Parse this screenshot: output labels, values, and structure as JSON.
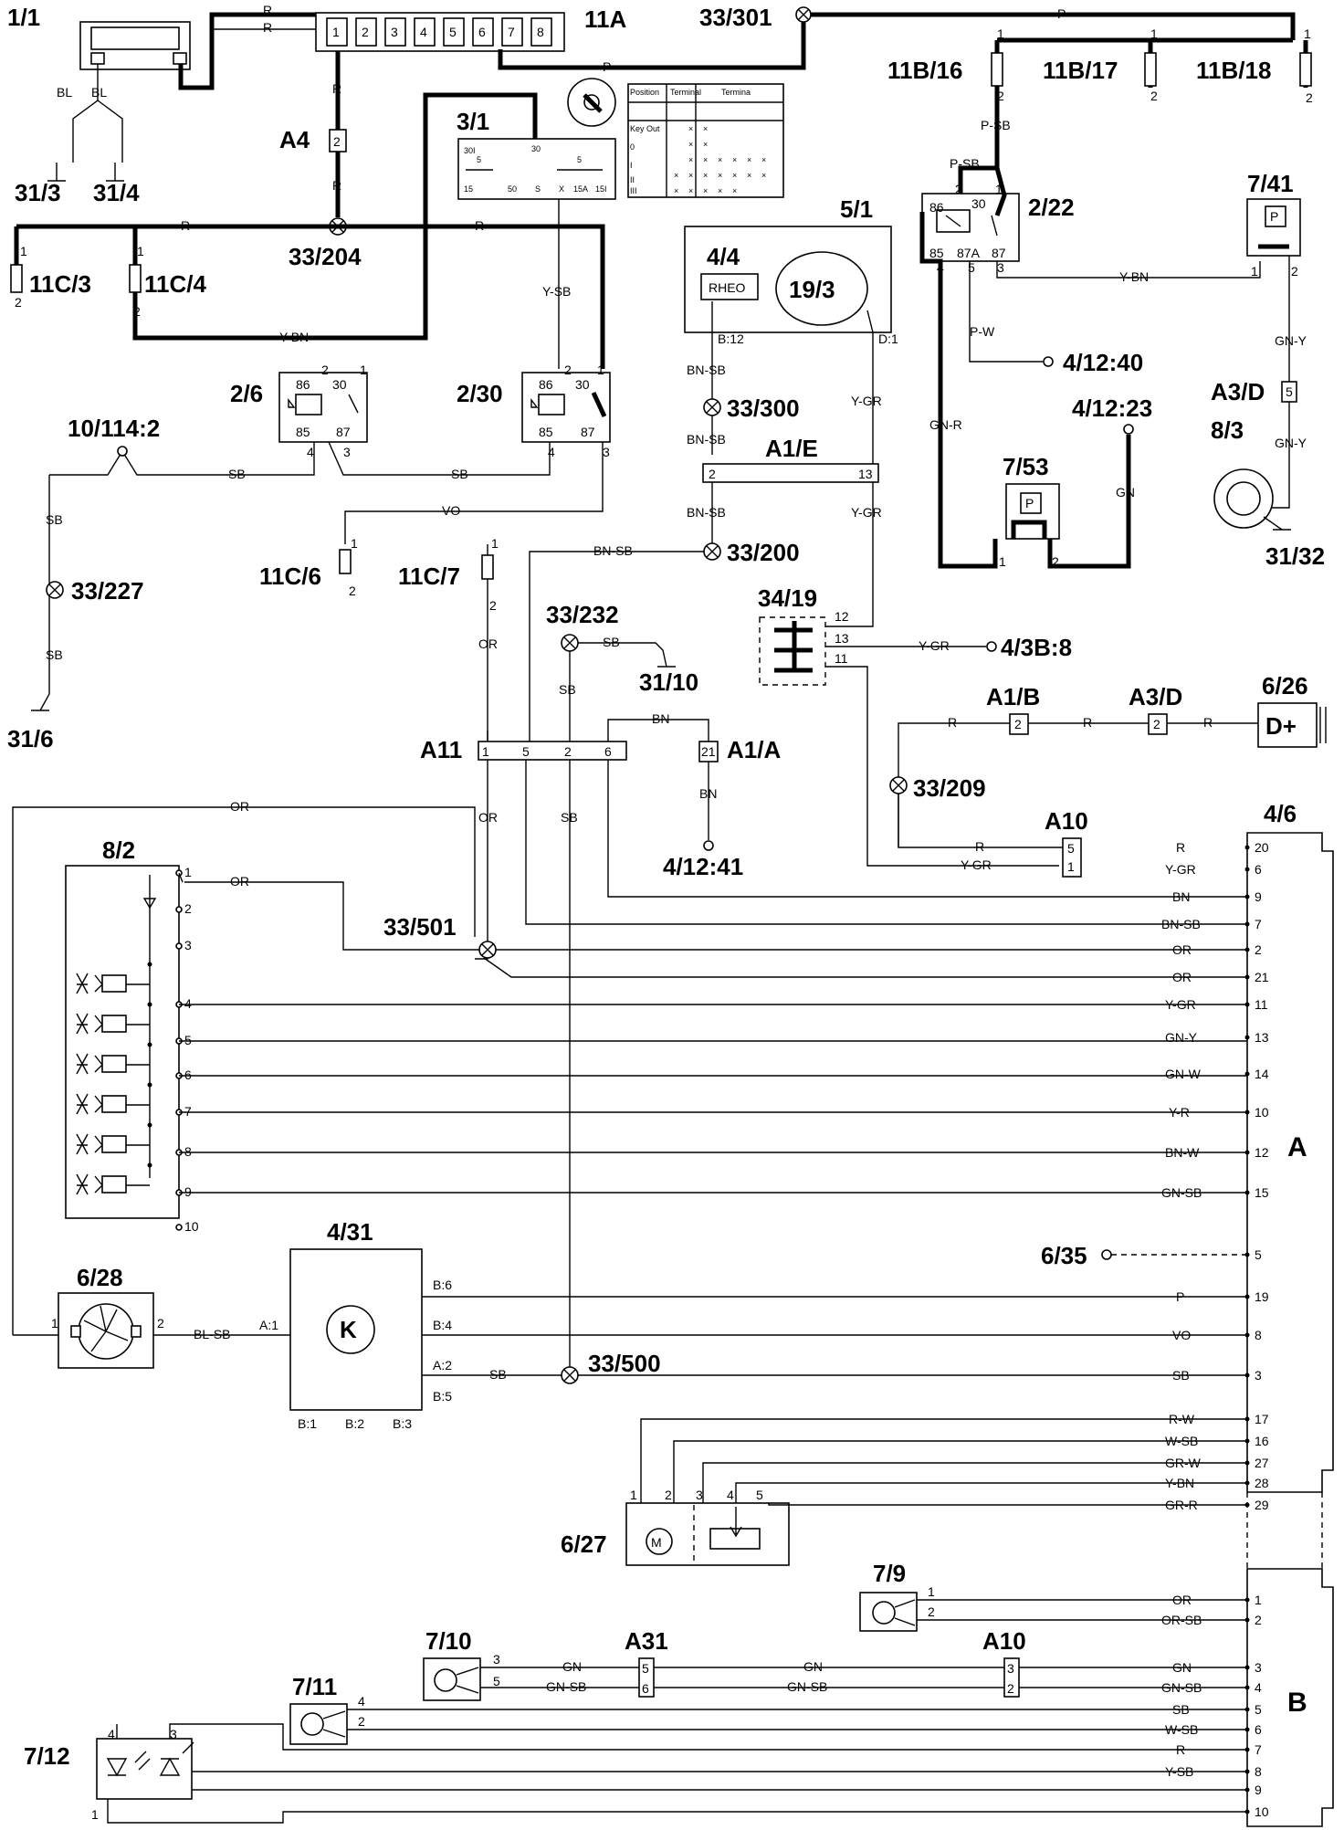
{
  "components": {
    "c1_1": "1/1",
    "c11A": "11A",
    "c33_301": "33/301",
    "c11B_16": "11B/16",
    "c11B_17": "11B/17",
    "c11B_18": "11B/18",
    "c31_3": "31/3",
    "c31_4": "31/4",
    "cA4": "A4",
    "c3_1": "3/1",
    "c33_204": "33/204",
    "c11C_3": "11C/3",
    "c11C_4": "11C/4",
    "c5_1": "5/1",
    "c4_4": "4/4",
    "c19_3": "19/3",
    "c2_22": "2/22",
    "c7_41": "7/41",
    "c2_6": "2/6",
    "c2_30": "2/30",
    "c10_114_2": "10/114:2",
    "c33_300": "33/300",
    "cA1_E": "A1/E",
    "c4_12_40": "4/12:40",
    "c4_12_23": "4/12:23",
    "cA3_D_top": "A3/D",
    "c8_3": "8/3",
    "c31_32": "31/32",
    "c7_53": "7/53",
    "c33_227": "33/227",
    "c11C_6": "11C/6",
    "c11C_7": "11C/7",
    "c33_200": "33/200",
    "c34_19": "34/19",
    "c33_232": "33/232",
    "c31_10": "31/10",
    "c4_3B_8": "4/3B:8",
    "cA1_B": "A1/B",
    "cA3_D": "A3/D",
    "c6_26": "6/26",
    "c31_6": "31/6",
    "cA11": "A11",
    "cA1_A": "A1/A",
    "c33_209": "33/209",
    "cA10_top": "A10",
    "c4_6": "4/6",
    "c4_12_41": "4/12:41",
    "c8_2": "8/2",
    "c33_501": "33/501",
    "cA": "A",
    "c6_35": "6/35",
    "c4_31": "4/31",
    "c6_28": "6/28",
    "c33_500": "33/500",
    "c6_27": "6/27",
    "c7_9": "7/9",
    "c7_10": "7/10",
    "cA31": "A31",
    "cA10_bot": "A10",
    "c7_11": "7/11",
    "c7_12": "7/12",
    "cB": "B"
  },
  "inner_labels": {
    "rheo": "RHEO",
    "d_plus": "D+",
    "p_741": "P",
    "p_753": "P",
    "k_431": "K",
    "m_627": "M"
  },
  "fuses_11A": [
    "1",
    "2",
    "3",
    "4",
    "5",
    "6",
    "7",
    "8"
  ],
  "ignition_table": {
    "headers": [
      "Position",
      "Terminal",
      "Termina"
    ],
    "rows": [
      "Key Out",
      "0",
      "I",
      "II",
      "III"
    ]
  },
  "ignition_terminals": {
    "t30i": "30I",
    "t5a": "5",
    "t30": "30",
    "t5b": "5",
    "t15": "15",
    "t50": "50",
    "tS": "S",
    "tX": "X",
    "t15A": "15A",
    "t15I": "15I"
  },
  "wire_colors": {
    "R": "R",
    "P": "P",
    "BL": "BL",
    "PSB": "P-SB",
    "YSB": "Y-SB",
    "YBN": "Y-BN",
    "BNSB": "BN-SB",
    "YGR": "Y-GR",
    "PW": "P-W",
    "GNR": "GN-R",
    "GN": "GN",
    "GNY": "GN-Y",
    "SB": "SB",
    "VO": "VO",
    "OR": "OR",
    "BN": "BN",
    "BLSB": "BL-SB",
    "RW": "R-W",
    "WSB": "W-SB",
    "GRW": "GR-W",
    "GRR": "GR-R",
    "ORSB": "OR-SB",
    "GNSB": "GN-SB",
    "GNW": "GN-W",
    "YR": "Y-R",
    "BNW": "BN-W"
  },
  "pins": {
    "p1": "1",
    "p2": "2",
    "p3": "3",
    "p4": "4",
    "p5": "5",
    "p6": "6",
    "p7": "7",
    "p8": "8",
    "p9": "9",
    "p10": "10",
    "p11": "11",
    "p12": "12",
    "p13": "13",
    "p14": "14",
    "p15": "15",
    "p16": "16",
    "p17": "17",
    "p19": "19",
    "p20": "20",
    "p21": "21",
    "p27": "27",
    "p28": "28",
    "p29": "29",
    "p30": "30",
    "p85": "85",
    "p86": "86",
    "p87": "87",
    "p87A": "87A",
    "B12": "B:12",
    "D1": "D:1",
    "A1": "A:1",
    "A2": "A:2",
    "B1": "B:1",
    "B2": "B:2",
    "B3": "B:3",
    "B4": "B:4",
    "B5": "B:5",
    "B6": "B:6"
  },
  "connector_A_pins": [
    "20",
    "6",
    "9",
    "7",
    "2",
    "21",
    "11",
    "13",
    "14",
    "10",
    "12",
    "15",
    "5",
    "19",
    "8",
    "3",
    "17",
    "16",
    "27",
    "28",
    "29"
  ],
  "connector_A_wires": [
    "R",
    "Y-GR",
    "BN",
    "BN-SB",
    "OR",
    "OR",
    "Y-GR",
    "GN-Y",
    "GN-W",
    "Y-R",
    "BN-W",
    "GN-SB",
    "",
    "P",
    "VO",
    "SB",
    "R-W",
    "W-SB",
    "GR-W",
    "Y-BN",
    "GR-R"
  ],
  "connector_B_pins": [
    "1",
    "2",
    "3",
    "4",
    "5",
    "6",
    "7",
    "8",
    "9",
    "10"
  ],
  "connector_B_wires": [
    "OR",
    "OR-SB",
    "GN",
    "GN-SB",
    "SB",
    "W-SB",
    "R",
    "Y-SB",
    "",
    ""
  ],
  "relay_8_2_pins": [
    "1",
    "2",
    "3",
    "4",
    "5",
    "6",
    "7",
    "8",
    "9",
    "10"
  ]
}
